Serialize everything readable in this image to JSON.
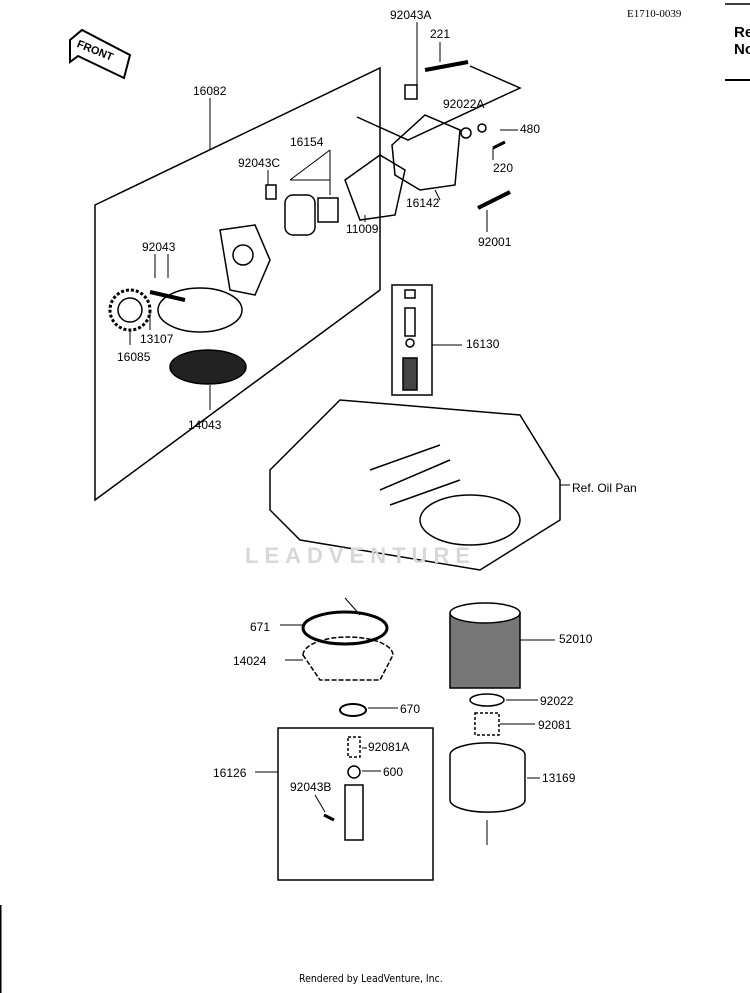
{
  "diagram_code": "E1710-0039",
  "side_panel_text": [
    "Re",
    "No"
  ],
  "front_arrow": "FRONT",
  "watermark": "LEADVENTURE",
  "footer": "Rendered by LeadVenture, Inc.",
  "reference_label": "Ref. Oil Pan",
  "parts": {
    "p92043A": "92043A",
    "p221": "221",
    "p16082": "16082",
    "p92022A": "92022A",
    "p480": "480",
    "p16154": "16154",
    "p92043C": "92043C",
    "p220": "220",
    "p16142": "16142",
    "p11009": "11009",
    "p92001": "92001",
    "p92043": "92043",
    "p13107": "13107",
    "p16085": "16085",
    "p16130": "16130",
    "p14043": "14043",
    "p671": "671",
    "p52010": "52010",
    "p14024": "14024",
    "p92022": "92022",
    "p670": "670",
    "p92081": "92081",
    "p92081A": "92081A",
    "p16126": "16126",
    "p600": "600",
    "p92043B": "92043B",
    "p13169": "13169"
  }
}
